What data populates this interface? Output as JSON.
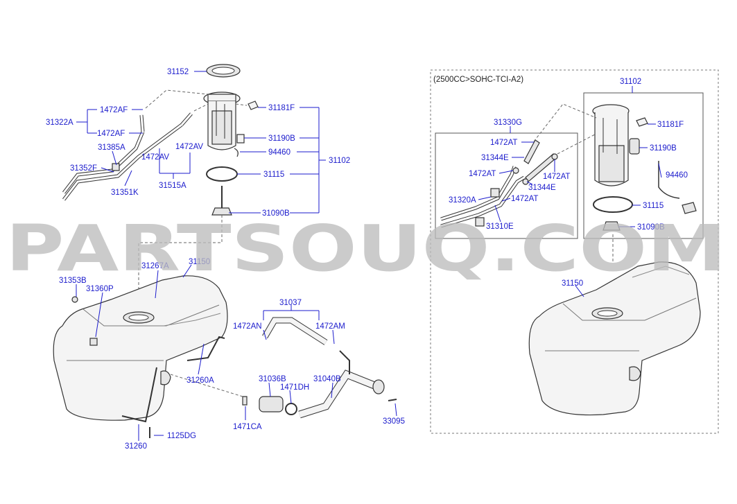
{
  "watermark": "PARTSOUQ.COM",
  "variant_box_label": "(2500CC>SOHC-TCI-A2)",
  "left_labels": {
    "p31152": "31152",
    "p31181F": "31181F",
    "p31190B": "31190B",
    "p94460": "94460",
    "p31102": "31102",
    "p31115": "31115",
    "p31090B": "31090B",
    "p1472AF_a": "1472AF",
    "p1472AF_b": "1472AF",
    "p31322A": "31322A",
    "p31385A": "31385A",
    "p1472AV_a": "1472AV",
    "p1472AV_b": "1472AV",
    "p31352F": "31352F",
    "p31515A": "31515A",
    "p31351K": "31351K",
    "p31267A": "31267A",
    "p31150": "31150",
    "p31353B": "31353B",
    "p31360P": "31360P",
    "p31037": "31037",
    "p1472AN": "1472AN",
    "p1472AM": "1472AM",
    "p31260A": "31260A",
    "p31036B": "31036B",
    "p31040B": "31040B",
    "p1471DH": "1471DH",
    "p1471CA": "1471CA",
    "p33095": "33095",
    "p1125DG": "1125DG",
    "p31260": "31260"
  },
  "right_labels": {
    "p31102": "31102",
    "p31330G": "31330G",
    "p31181F": "31181F",
    "p1472AT_a": "1472AT",
    "p31344E_a": "31344E",
    "p1472AT_b": "1472AT",
    "p31190B": "31190B",
    "p1472AT_c": "1472AT",
    "p31344E_b": "31344E",
    "p94460": "94460",
    "p31320A": "31320A",
    "p1472AT_d": "1472AT",
    "p31115": "31115",
    "p31310E": "31310E",
    "p31090B": "31090B",
    "p31150": "31150"
  }
}
